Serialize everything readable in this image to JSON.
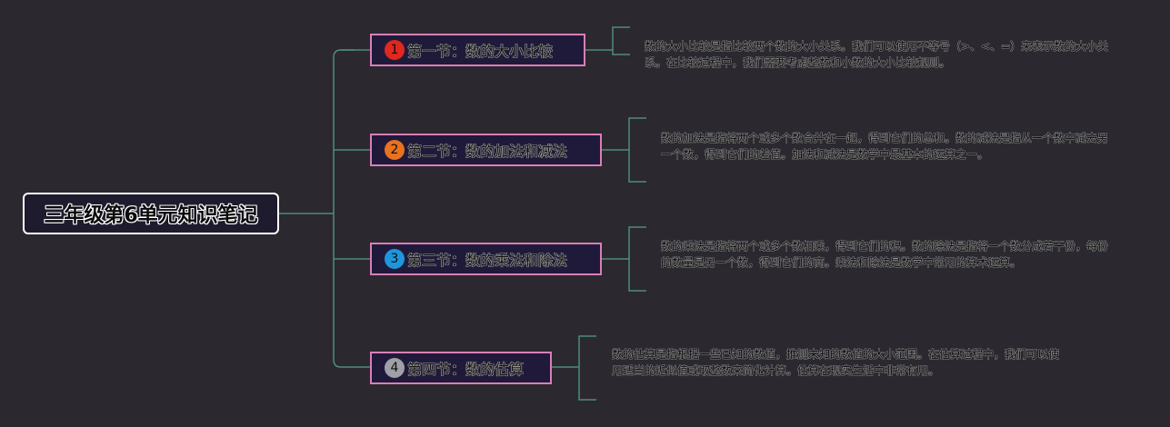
{
  "root": {
    "title": "三年级第6单元知识笔记"
  },
  "sections": [
    {
      "number": "1",
      "badge_color": "#e0281e",
      "title": "第一节：数的大小比较",
      "description": "数的大小比较是指比较两个数的大小关系。我们可以使用不等号（>、<、=）来表示数的大小关系。在比较过程中，我们需要考虑整数和小数的大小比较规则。"
    },
    {
      "number": "2",
      "badge_color": "#e8721e",
      "title": "第二节：数的加法和减法",
      "description": "数的加法是指将两个或多个数合并在一起，得到它们的总和。数的减法是指从一个数中减去另一个数，得到它们的差值。加法和减法是数学中最基本的运算之一。"
    },
    {
      "number": "3",
      "badge_color": "#1e96dc",
      "title": "第三节：数的乘法和除法",
      "description": "数的乘法是指将两个或多个数相乘，得到它们的积。数的除法是指将一个数分成若干份，每份的数量是另一个数，得到它们的商。乘法和除法是数学中常用的算术运算。"
    },
    {
      "number": "4",
      "badge_color": "#a0a0a8",
      "title": "第四节：数的估算",
      "description": "数的估算是指根据一些已知的数值，推测未知的数值的大小范围。在估算过程中，我们可以使用适当的近似值或取整数来简化计算。估算在现实生活中非常有用。"
    }
  ],
  "colors": {
    "background": "#2b2830",
    "connector": "#4e8a80",
    "node_border": "#d97fb5",
    "node_fill": "#201a3a",
    "root_border": "#ffffff"
  }
}
